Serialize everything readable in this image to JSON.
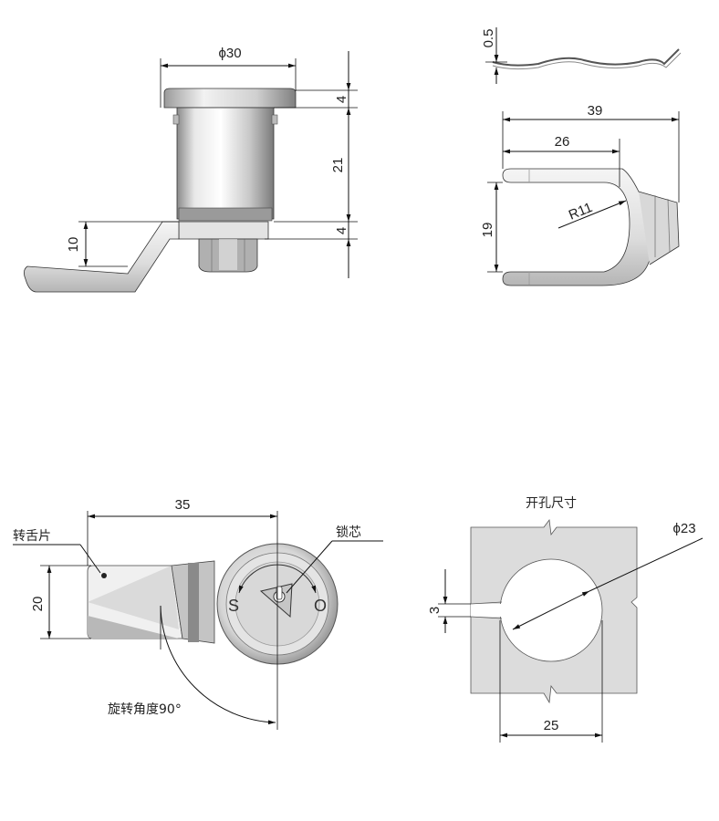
{
  "front_view": {
    "dim_diameter": "ϕ30",
    "dim_flange": "4",
    "dim_body": "21",
    "dim_cam_thickness": "4",
    "dim_cam_offset": "10"
  },
  "cam_plate_view": {
    "dim_thickness": "0.5",
    "dim_total_length": "39",
    "dim_slot_depth": "26",
    "dim_radius": "R11",
    "dim_slot_width": "19"
  },
  "top_view": {
    "dim_length": "35",
    "dim_height": "20",
    "label_cam": "转舌片",
    "label_core": "锁芯",
    "label_rotation": "旋转角度90°",
    "mark_s": "S",
    "mark_o": "O"
  },
  "cutout_view": {
    "title": "开孔尺寸",
    "dim_diameter": "ϕ23",
    "dim_key": "3",
    "dim_width": "25"
  }
}
